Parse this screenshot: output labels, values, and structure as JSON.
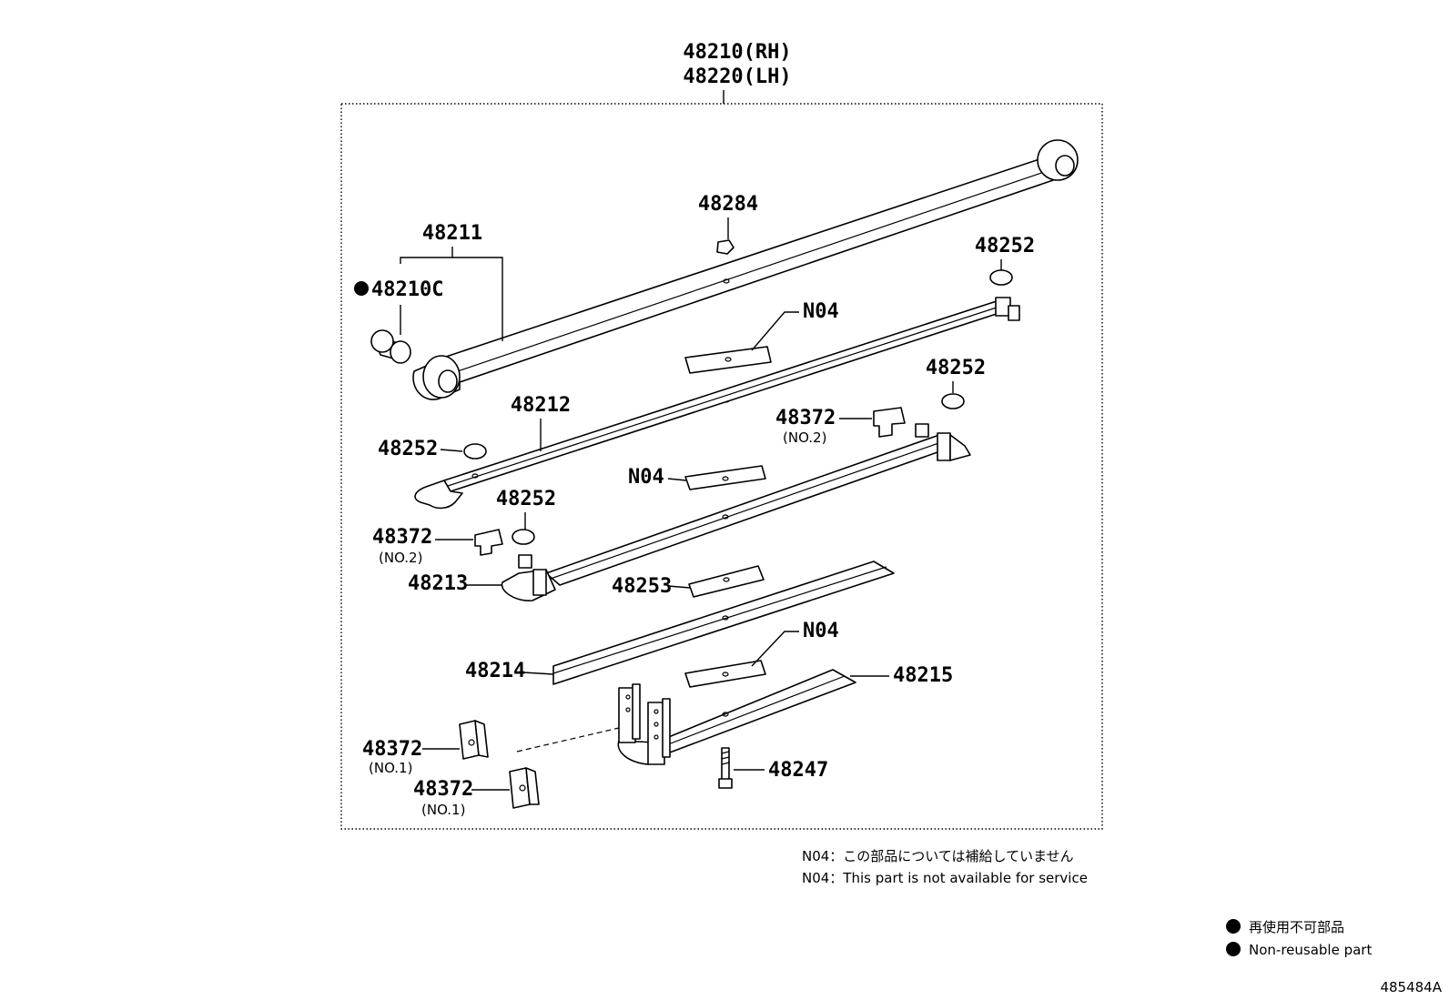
{
  "title_lines": [
    "48210(RH)",
    "48220(LH)"
  ],
  "parts": [
    {
      "id": "48211",
      "label": "48211"
    },
    {
      "id": "48210C",
      "label": "48210C",
      "non_reusable": true
    },
    {
      "id": "48284",
      "label": "48284"
    },
    {
      "id": "48252_a",
      "label": "48252"
    },
    {
      "id": "48252_b",
      "label": "48252"
    },
    {
      "id": "48252_c",
      "label": "48252"
    },
    {
      "id": "48252_d",
      "label": "48252"
    },
    {
      "id": "N04_a",
      "label": "N04"
    },
    {
      "id": "N04_b",
      "label": "N04"
    },
    {
      "id": "N04_c",
      "label": "N04"
    },
    {
      "id": "48212",
      "label": "48212"
    },
    {
      "id": "48372_no2_a",
      "label": "48372",
      "sub": "(NO.2)"
    },
    {
      "id": "48372_no2_b",
      "label": "48372",
      "sub": "(NO.2)"
    },
    {
      "id": "48213",
      "label": "48213"
    },
    {
      "id": "48253",
      "label": "48253"
    },
    {
      "id": "48214",
      "label": "48214"
    },
    {
      "id": "48215",
      "label": "48215"
    },
    {
      "id": "48372_no1_a",
      "label": "48372",
      "sub": "(NO.1)"
    },
    {
      "id": "48372_no1_b",
      "label": "48372",
      "sub": "(NO.1)"
    },
    {
      "id": "48247",
      "label": "48247"
    }
  ],
  "notes": {
    "n04_jp": "N04：この部品については補給していません",
    "n04_en": "N04：This part is not available for service"
  },
  "legend": {
    "jp": "再使用不可部品",
    "en": "Non-reusable part"
  },
  "figure_id": "485484A"
}
